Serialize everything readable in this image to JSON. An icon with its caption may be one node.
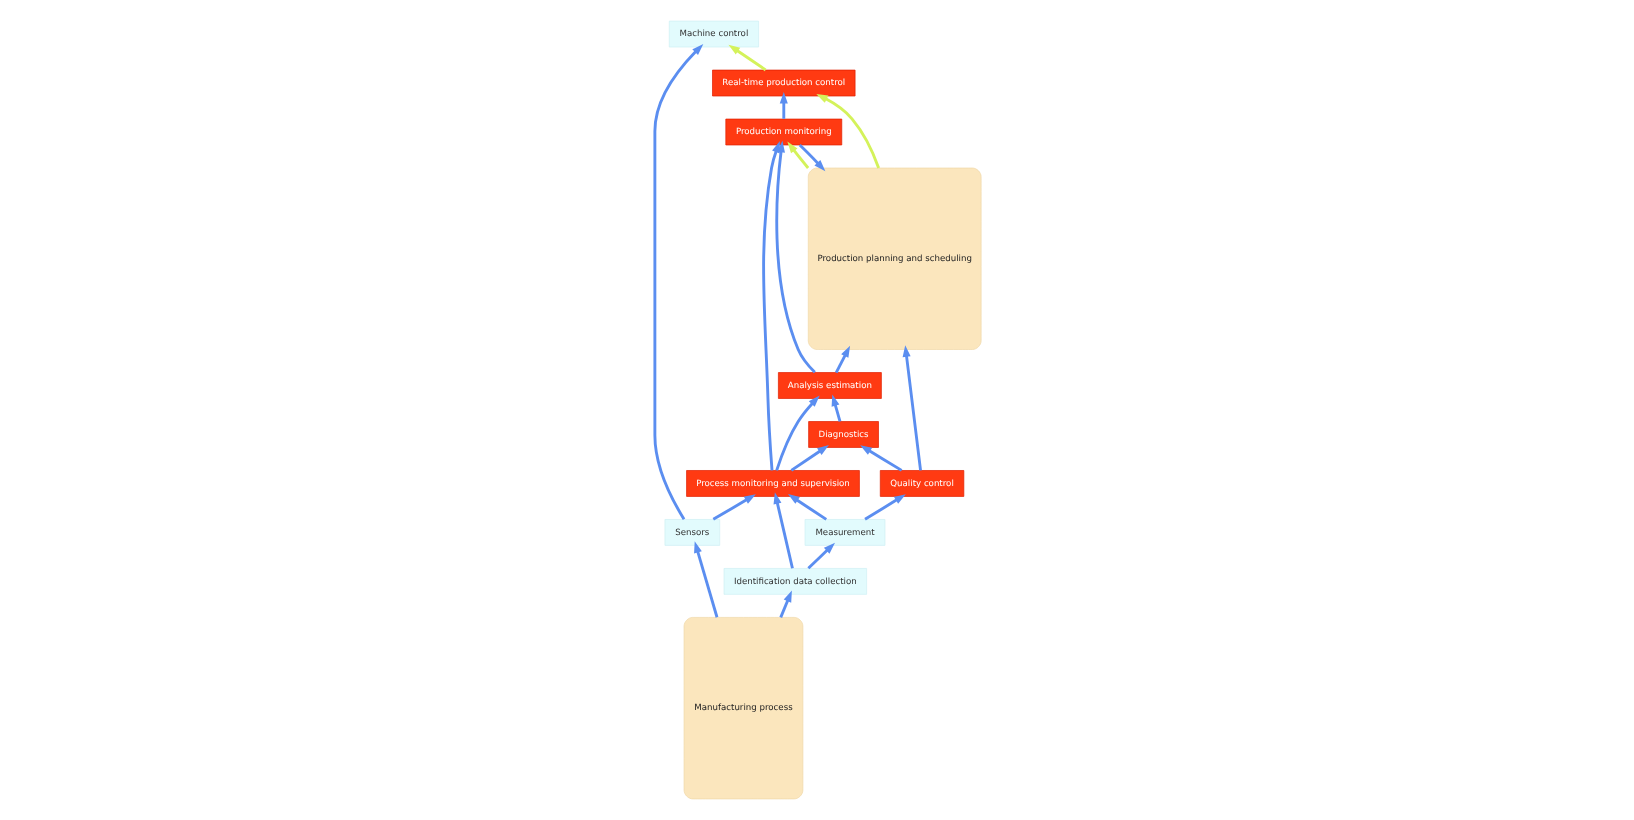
{
  "diagram": {
    "nodes": [
      {
        "text": [
          "Production planning and scheduling"
        ]
      },
      {
        "text": [
          "Real-time production control"
        ]
      },
      {
        "text": [
          "Production monitoring"
        ]
      },
      {
        "text": [
          "Analysis estimation"
        ]
      },
      {
        "text": [
          "Process monitoring and supervision"
        ]
      },
      {
        "text": [
          "Diagnostics"
        ]
      },
      {
        "text": [
          "Quality control"
        ]
      },
      {
        "text": [
          "Measurement"
        ]
      },
      {
        "text": [
          "Machine control"
        ]
      },
      {
        "text": [
          "Sensors"
        ]
      },
      {
        "text": [
          "Identification data collection"
        ]
      },
      {
        "text": [
          "Manufacturing process"
        ]
      }
    ],
    "edges": [
      {
        "from": 0,
        "to": 1,
        "arrow": "to",
        "color": "#d4f25a"
      },
      {
        "from": 0,
        "to": 2,
        "arrow": "to",
        "color": "#d4f25a"
      },
      {
        "from": 2,
        "to": 0,
        "arrow": "to"
      },
      {
        "from": 1,
        "to": 8,
        "arrow": "to",
        "color": "#d4f25a"
      },
      {
        "from": 2,
        "to": 1,
        "arrow": "to"
      },
      {
        "from": 3,
        "to": 2,
        "arrow": "to"
      },
      {
        "from": 4,
        "to": 2,
        "arrow": "to"
      },
      {
        "from": 3,
        "to": 0,
        "arrow": "to"
      },
      {
        "from": 4,
        "to": 3,
        "arrow": "to"
      },
      {
        "from": 5,
        "to": 3,
        "arrow": "to"
      },
      {
        "from": 4,
        "to": 5,
        "arrow": "to"
      },
      {
        "from": 6,
        "to": 5,
        "arrow": "to"
      },
      {
        "from": 6,
        "to": 0,
        "arrow": "to"
      },
      {
        "from": 7,
        "to": 6,
        "arrow": "to"
      },
      {
        "from": 7,
        "to": 4,
        "arrow": "to"
      },
      {
        "from": 9,
        "to": 4,
        "arrow": "to"
      },
      {
        "from": 10,
        "to": 4,
        "arrow": "to"
      },
      {
        "from": 9,
        "to": 8,
        "arrow": "to"
      },
      {
        "from": 11,
        "to": 9,
        "arrow": "to"
      },
      {
        "from": 11,
        "to": 10,
        "arrow": "to"
      },
      {
        "from": 10,
        "to": 7,
        "arrow": "to"
      }
    ]
  }
}
